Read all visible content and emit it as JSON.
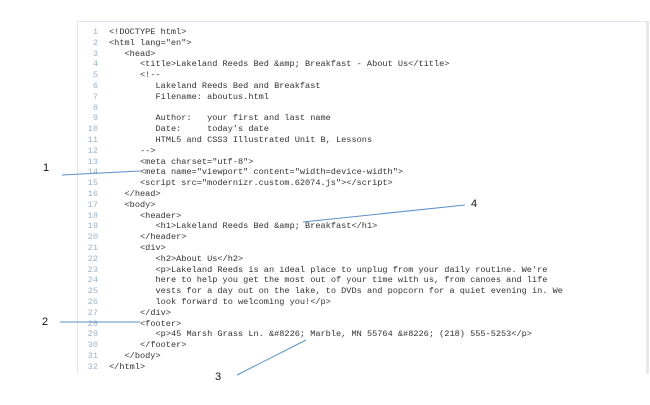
{
  "code_lines": [
    {
      "n": "1",
      "indent": 0,
      "text": "<!DOCTYPE html>"
    },
    {
      "n": "2",
      "indent": 0,
      "text": "<html lang=\"en\">"
    },
    {
      "n": "3",
      "indent": 1,
      "text": "<head>"
    },
    {
      "n": "4",
      "indent": 2,
      "text": "<title>Lakeland Reeds Bed &amp; Breakfast - About Us</title>"
    },
    {
      "n": "5",
      "indent": 2,
      "text": "<!--"
    },
    {
      "n": "6",
      "indent": 3,
      "text": "Lakeland Reeds Bed and Breakfast"
    },
    {
      "n": "7",
      "indent": 3,
      "text": "Filename: aboutus.html"
    },
    {
      "n": "8",
      "indent": 3,
      "text": ""
    },
    {
      "n": "9",
      "indent": 3,
      "text": "Author:   your first and last name"
    },
    {
      "n": "10",
      "indent": 3,
      "text": "Date:     today’s date"
    },
    {
      "n": "11",
      "indent": 3,
      "text": "HTML5 and CSS3 Illustrated Unit B, Lessons"
    },
    {
      "n": "12",
      "indent": 2,
      "text": "-->"
    },
    {
      "n": "13",
      "indent": 2,
      "text": "<meta charset=\"utf-8\">"
    },
    {
      "n": "14",
      "indent": 2,
      "text": "<meta name=\"viewport\" content=\"width=device-width\">"
    },
    {
      "n": "15",
      "indent": 2,
      "text": "<script src=\"modernizr.custom.62074.js\"></script>"
    },
    {
      "n": "16",
      "indent": 1,
      "text": "</head>"
    },
    {
      "n": "17",
      "indent": 1,
      "text": "<body>"
    },
    {
      "n": "18",
      "indent": 2,
      "text": "<header>"
    },
    {
      "n": "19",
      "indent": 3,
      "text": "<h1>Lakeland Reeds Bed &amp; Breakfast</h1>"
    },
    {
      "n": "20",
      "indent": 2,
      "text": "</header>"
    },
    {
      "n": "21",
      "indent": 2,
      "text": "<div>"
    },
    {
      "n": "22",
      "indent": 3,
      "text": "<h2>About Us</h2>"
    },
    {
      "n": "23",
      "indent": 3,
      "text": "<p>Lakeland Reeds is an ideal place to unplug from your daily routine. We're"
    },
    {
      "n": "24",
      "indent": 3,
      "text": "here to help you get the most out of your time with us, from canoes and life"
    },
    {
      "n": "25",
      "indent": 3,
      "text": "vests for a day out on the lake, to DVDs and popcorn for a quiet evening in. We"
    },
    {
      "n": "26",
      "indent": 3,
      "text": "look forward to welcoming you!</p>"
    },
    {
      "n": "27",
      "indent": 2,
      "text": "</div>"
    },
    {
      "n": "28",
      "indent": 2,
      "text": "<footer>"
    },
    {
      "n": "29",
      "indent": 3,
      "text": "<p>45 Marsh Grass Ln. &#8226; Marble, MN 55764 &#8226; (218) 555-5253</p>"
    },
    {
      "n": "30",
      "indent": 2,
      "text": "</footer>"
    },
    {
      "n": "31",
      "indent": 1,
      "text": "</body>"
    },
    {
      "n": "32",
      "indent": 0,
      "text": "</html>"
    }
  ],
  "callouts": {
    "c1": "1",
    "c2": "2",
    "c3": "3",
    "c4": "4"
  },
  "colors": {
    "leader": "#5b8fc7",
    "line_number": "#9db3c8"
  }
}
